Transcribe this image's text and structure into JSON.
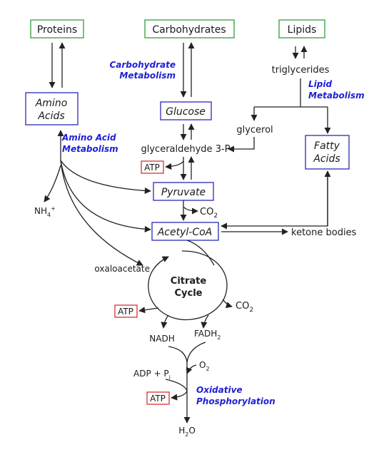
{
  "top": {
    "proteins": "Proteins",
    "carbohydrates": "Carbohydrates",
    "lipids": "Lipids"
  },
  "nodes": {
    "amino_acids_1": "Amino",
    "amino_acids_2": "Acids",
    "glucose": "Glucose",
    "pyruvate": "Pyruvate",
    "acetyl_coa": "Acetyl-CoA",
    "fatty_acids_1": "Fatty",
    "fatty_acids_2": "Acids"
  },
  "labels": {
    "carb_met_1": "Carbohydrate",
    "carb_met_2": "Metabolism",
    "lipid_met_1": "Lipid",
    "lipid_met_2": "Metabolism",
    "aa_met_1": "Amino Acid",
    "aa_met_2": "Metabolism",
    "oxphos_1": "Oxidative",
    "oxphos_2": "Phosphorylation"
  },
  "text": {
    "triglycerides": "triglycerides",
    "glycerol": "glycerol",
    "g3p": "glyceraldehyde 3-P",
    "ketone": "ketone bodies",
    "oxaloacetate": "oxaloacetate",
    "citrate_1": "Citrate",
    "citrate_2": "Cycle",
    "nadh": "NADH",
    "fadh": "FADH",
    "fadh_sub": "2",
    "nh4": "NH",
    "nh4_sub": "4",
    "nh4_sup": "+",
    "co2": "CO",
    "co2_sub": "2",
    "o2": "O",
    "o2_sub": "2",
    "adp": "ADP + P",
    "adp_sub": "i",
    "h2o_h": "H",
    "h2o_sub": "2",
    "h2o_o": "O"
  },
  "atp": "ATP",
  "colors": {
    "green": "#2e9e3a",
    "blue": "#2a2ab8",
    "red": "#d43434",
    "label_blue": "#1f1fd6"
  }
}
